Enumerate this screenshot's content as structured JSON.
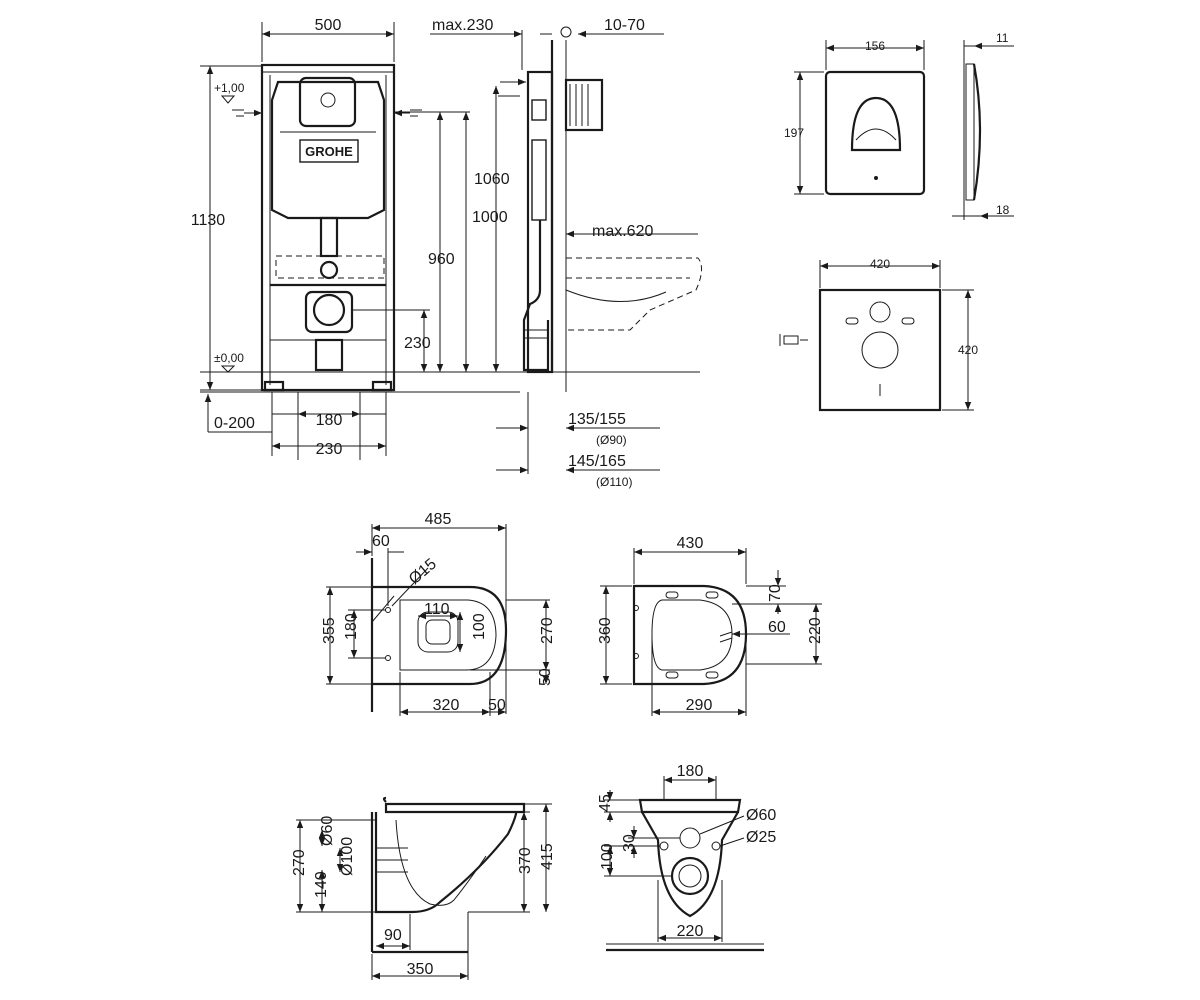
{
  "front_view": {
    "width": "500",
    "height_total": "1130",
    "level_top": "+1,00",
    "level_zero": "±0,00",
    "brand": "GROHE",
    "h_1000": "1000",
    "h_960": "960",
    "h_230": "230",
    "w_180": "180",
    "w_230": "230",
    "adj_0_200": "0-200"
  },
  "side_view": {
    "max_230": "max.230",
    "range_10_70": "10-70",
    "h_1060": "1060",
    "max_620": "max.620",
    "d_135_155": "135/155",
    "pipe_90": "(Ø90)",
    "d_145_165": "145/165",
    "pipe_110": "(Ø110)"
  },
  "flush_plate": {
    "width": "156",
    "height": "197",
    "depth_top": "11",
    "depth_bottom": "18"
  },
  "mount_plate": {
    "width": "420",
    "height": "420"
  },
  "bowl_top": {
    "length": "485",
    "d60": "60",
    "hole_d15": "Ø15",
    "outlet_w110": "110",
    "outlet_h100": "100",
    "hole_spacing_180": "180",
    "width_355": "355",
    "width_270": "270",
    "off_50_right": "50",
    "len_320": "320",
    "len_50": "50"
  },
  "seat_top": {
    "length": "430",
    "d70": "70",
    "d60": "60",
    "width_220": "220",
    "width_360": "360",
    "len_290": "290"
  },
  "bowl_side": {
    "d60": "Ø60",
    "d100": "Ø100",
    "h270": "270",
    "h140": "140",
    "h370": "370",
    "h415": "415",
    "off90": "90",
    "len350": "350"
  },
  "bowl_back": {
    "w180": "180",
    "h45": "45",
    "d60": "Ø60",
    "d25": "Ø25",
    "h30": "30",
    "h100": "100",
    "w220": "220"
  }
}
